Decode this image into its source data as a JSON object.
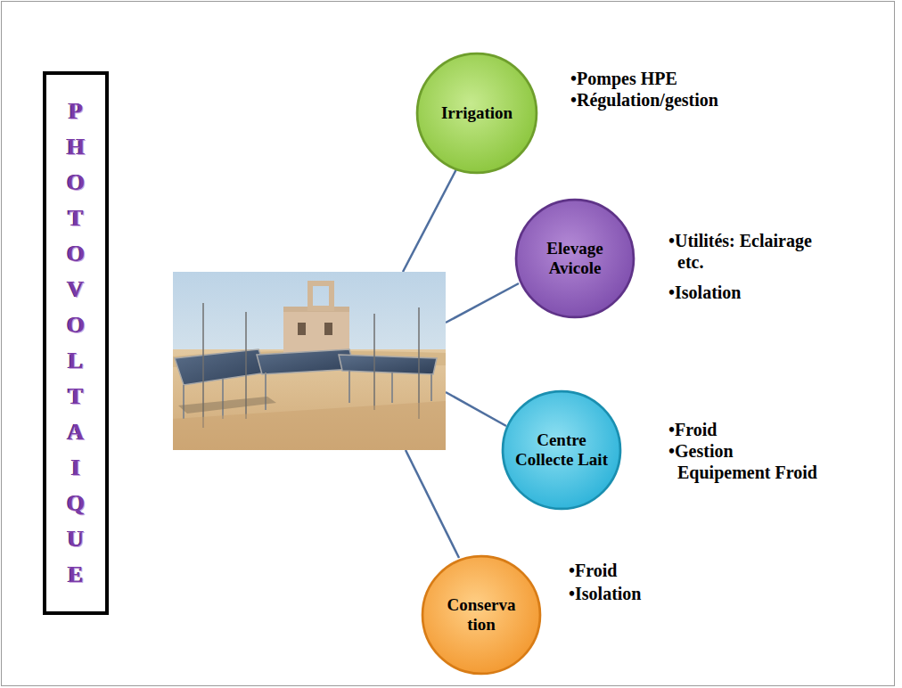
{
  "diagram": {
    "nodes": [
      {
        "text": [
          "PHOTOVOLTAIQUE"
        ]
      },
      {
        "text": [
          "Irrigation"
        ]
      },
      {
        "text": [
          "Elevage Avicole"
        ]
      },
      {
        "text": [
          "Centre Collecte Lait"
        ]
      },
      {
        "text": [
          "Conservation"
        ]
      }
    ],
    "labels": [
      "•Pompes HPE",
      "•Régulation/gestion",
      "•Utilités: Eclairage etc.",
      "•Isolation",
      "•Froid",
      "•Gestion Equipement Froid",
      "•Froid",
      "•Isolation"
    ]
  }
}
